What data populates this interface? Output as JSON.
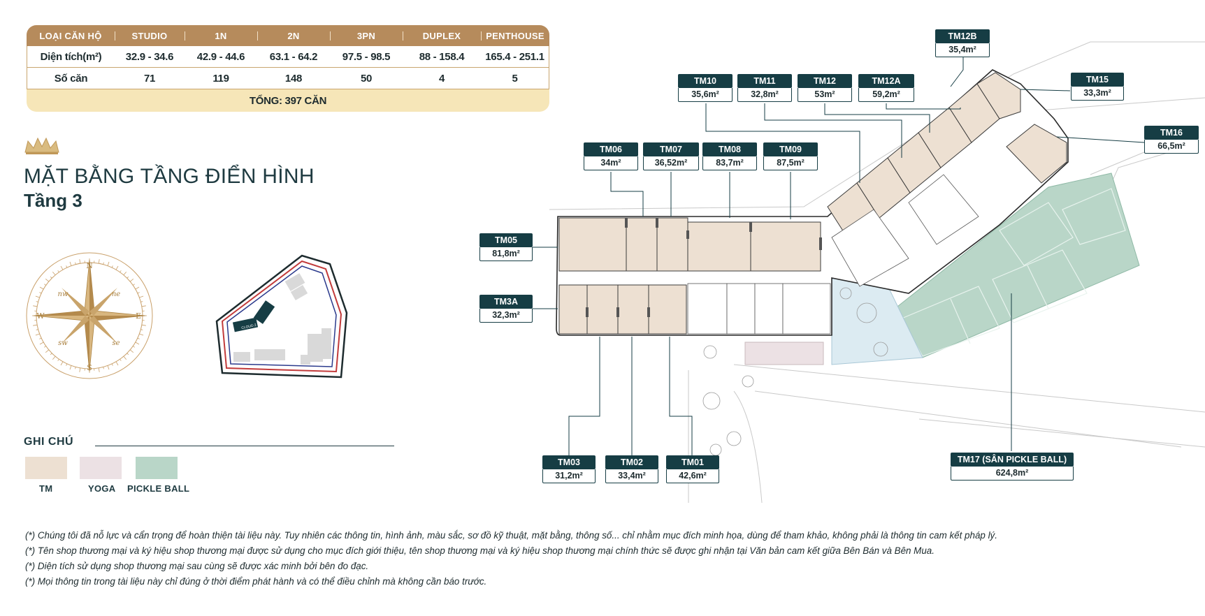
{
  "unit_table": {
    "headers": [
      "LOẠI CĂN HỘ",
      "STUDIO",
      "1N",
      "2N",
      "3PN",
      "DUPLEX",
      "PENTHOUSE"
    ],
    "rows": [
      [
        "Diện tích(m²)",
        "32.9 - 34.6",
        "42.9 - 44.6",
        "63.1 - 64.2",
        "97.5 - 98.5",
        "88 - 158.4",
        "165.4 - 251.1"
      ],
      [
        "Số căn",
        "71",
        "119",
        "148",
        "50",
        "4",
        "5"
      ]
    ],
    "total": "TỔNG: 397 CĂN"
  },
  "heading": "MẶT BẰNG TẦNG ĐIỂN HÌNH",
  "subheading": "Tầng 3",
  "compass": {
    "n": "N",
    "s": "S",
    "e": "E",
    "w": "W",
    "ne": "ne",
    "nw": "nw",
    "se": "se",
    "sw": "sw"
  },
  "site_map": {
    "building_label": "CLOUD 2"
  },
  "legend": {
    "title": "GHI CHÚ",
    "items": [
      {
        "label": "TM",
        "color": "#ede0d2"
      },
      {
        "label": "YOGA",
        "color": "#ece1e4"
      },
      {
        "label": "PICKLE BALL",
        "color": "#b9d6c8"
      }
    ]
  },
  "colors": {
    "brand_dark": "#163d44",
    "gold": "#b68b5c",
    "tm_fill": "#ede0d2",
    "yoga_fill": "#ece1e4",
    "pickle_fill": "#b9d6c8",
    "pool_fill": "#dcebf2"
  },
  "callouts": {
    "tm12b": {
      "code": "TM12B",
      "area": "35,4m²"
    },
    "tm10": {
      "code": "TM10",
      "area": "35,6m²"
    },
    "tm11": {
      "code": "TM11",
      "area": "32,8m²"
    },
    "tm12": {
      "code": "TM12",
      "area": "53m²"
    },
    "tm12a": {
      "code": "TM12A",
      "area": "59,2m²"
    },
    "tm15": {
      "code": "TM15",
      "area": "33,3m²"
    },
    "tm16": {
      "code": "TM16",
      "area": "66,5m²"
    },
    "tm06": {
      "code": "TM06",
      "area": "34m²"
    },
    "tm07": {
      "code": "TM07",
      "area": "36,52m²"
    },
    "tm08": {
      "code": "TM08",
      "area": "83,7m²"
    },
    "tm09": {
      "code": "TM09",
      "area": "87,5m²"
    },
    "tm05": {
      "code": "TM05",
      "area": "81,8m²"
    },
    "tm3a": {
      "code": "TM3A",
      "area": "32,3m²"
    },
    "tm03": {
      "code": "TM03",
      "area": "31,2m²"
    },
    "tm02": {
      "code": "TM02",
      "area": "33,4m²"
    },
    "tm01": {
      "code": "TM01",
      "area": "42,6m²"
    },
    "tm17": {
      "code": "TM17 (SÂN PICKLE BALL)",
      "area": "624,8m²"
    }
  },
  "notes": [
    "(*) Chúng tôi đã nỗ lực và cẩn trọng để hoàn thiện tài liệu này. Tuy nhiên các thông tin, hình ảnh, màu sắc, sơ đồ kỹ thuật, mặt bằng, thông số... chỉ nhằm mục đích minh họa, dùng để tham khảo, không phải là thông tin cam kết pháp lý.",
    "(*) Tên shop thương mại và ký hiệu shop thương mại được sử dụng cho mục đích giới thiệu, tên shop thương mại và ký hiệu shop thương mại chính thức sẽ được ghi nhận tại Văn bản cam kết giữa Bên Bán và Bên Mua.",
    "(*) Diện tích sử dụng shop thương mại sau cùng sẽ được xác minh bởi bên đo đạc.",
    "(*) Mọi thông tin trong tài liệu này chỉ đúng ở thời điểm phát hành và có thể điều chỉnh mà không cần báo trước."
  ]
}
